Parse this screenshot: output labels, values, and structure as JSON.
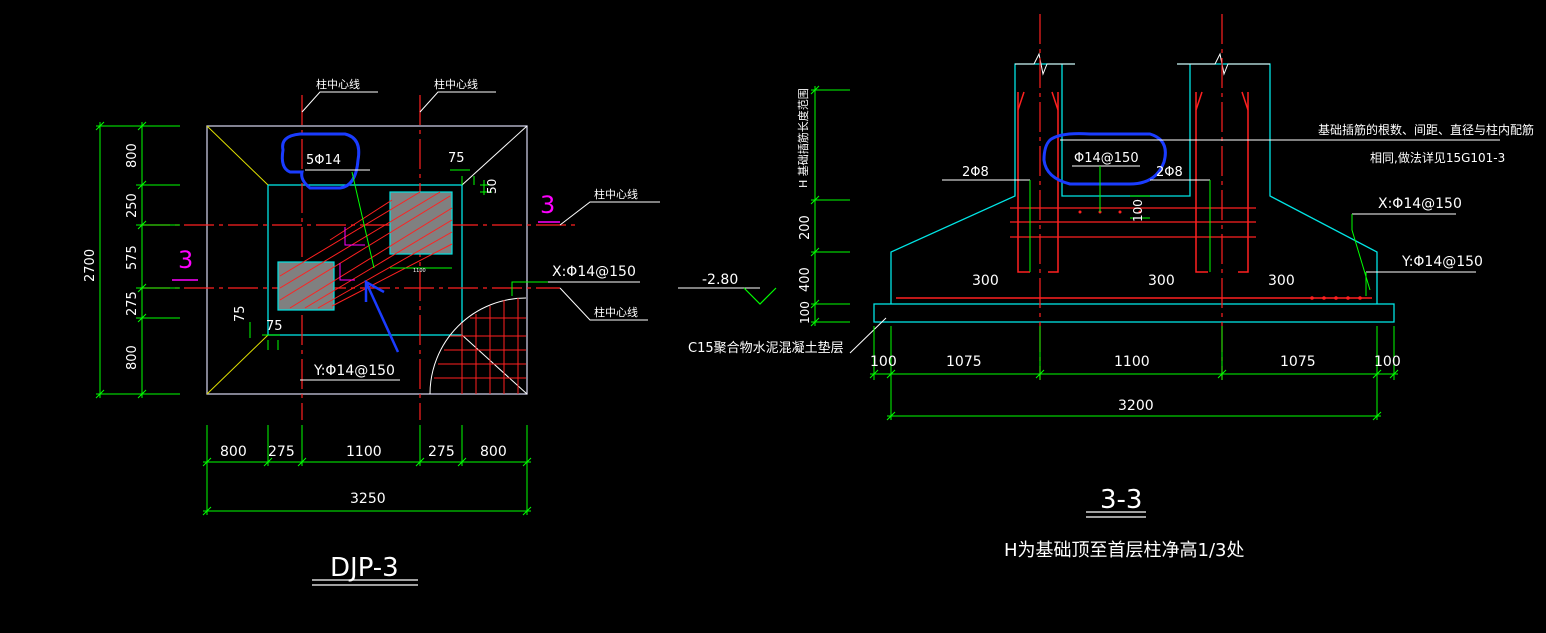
{
  "left_view": {
    "column_center_label": "柱中心线",
    "rebar_5phi14": "5Φ14",
    "dim_75_top": "75",
    "dim_50": "50",
    "section_mark": "3",
    "x_rebar": "X:Φ14@150",
    "y_rebar": "Y:Φ14@150",
    "dim_75_left": "75",
    "dim_75_bottom": "75",
    "dim_1100_tiny": "1100",
    "vert_dims": [
      "800",
      "250",
      "575",
      "275",
      "800"
    ],
    "total_height": "2700",
    "horiz_dims": [
      "800",
      "275",
      "1100",
      "275",
      "800"
    ],
    "total_width": "3250",
    "title": "DJP-3"
  },
  "right_view": {
    "h_label": "H  基础插筋长度范围",
    "dim_200": "200",
    "dim_400": "400",
    "dim_100_v": "100",
    "dim_100_mid": "100",
    "elevation": "-2.80",
    "cushion_note": "C15聚合物水泥混凝土垫层",
    "stirrup_2phi8_left": "2Φ8",
    "stirrup_2phi8_right": "2Φ8",
    "dowel_note_1": "基础插筋的根数、间距、直径与柱内配筋",
    "dowel_note_2": "相同,做法详见15G101-3",
    "stirrup_spacing": "Φ14@150",
    "x_rebar": "X:Φ14@150",
    "y_rebar": "Y:Φ14@150",
    "dims_300": [
      "300",
      "300",
      "300"
    ],
    "bottom_dims": [
      "100",
      "1075",
      "1100",
      "1075",
      "100"
    ],
    "total_width": "3200",
    "title": "3-3",
    "note": "H为基础顶至首层柱净高1/3处"
  },
  "colors": {
    "background": "#000000",
    "dim_green": "#00ff00",
    "outline_cyan": "#00e5e5",
    "outline_light": "#c8c8e0",
    "rebar_red": "#ff2020",
    "text_white": "#ffffff",
    "section_magenta": "#ff00ff",
    "column_yellow": "#e0e000",
    "highlight_blue": "#1a3cff",
    "pier_gray": "#808080"
  }
}
